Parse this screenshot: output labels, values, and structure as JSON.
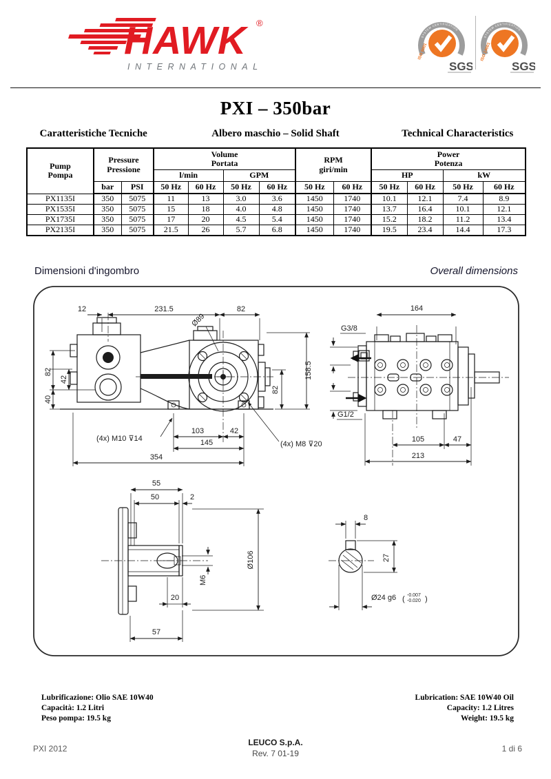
{
  "header": {
    "brand": {
      "name": "HAWK",
      "registered": "®",
      "subtitle": "INTERNATIONAL",
      "accent_color": "#e11b22",
      "subtitle_color": "#70757a"
    },
    "badges": [
      {
        "org": "SGS",
        "arc_text": "SYSTEM CERTIFICATION",
        "side_text": "ISO 9001",
        "circle_color": "#ee7623"
      },
      {
        "org": "SGS",
        "arc_text": "SYSTEM CERTIFICATION",
        "side_text": "ISO 14001",
        "circle_color": "#ee7623"
      }
    ]
  },
  "title": "PXI – 350bar",
  "subheaders": {
    "left": "Caratteristiche Tecniche",
    "center": "Albero maschio – Solid Shaft",
    "right": "Technical Characteristics"
  },
  "spec_table": {
    "pump_header": {
      "l1": "Pump",
      "l2": "Pompa"
    },
    "pressure_header": {
      "l1": "Pressure",
      "l2": "Pressione"
    },
    "volume_header": {
      "l1": "Volume",
      "l2": "Portata"
    },
    "rpm_header": {
      "l1": "RPM",
      "l2": "giri/min"
    },
    "power_header": {
      "l1": "Power",
      "l2": "Potenza"
    },
    "units": {
      "bar": "bar",
      "psi": "PSI",
      "lmin": "l/min",
      "gpm": "GPM",
      "hp": "HP",
      "kw": "kW",
      "hz50": "50 Hz",
      "hz60": "60 Hz"
    },
    "rows": [
      {
        "pump": "PX1135I",
        "cells": [
          "350",
          "5075",
          "11",
          "13",
          "3.0",
          "3.6",
          "1450",
          "1740",
          "10.1",
          "12.1",
          "7.4",
          "8.9"
        ]
      },
      {
        "pump": "PX1535I",
        "cells": [
          "350",
          "5075",
          "15",
          "18",
          "4.0",
          "4.8",
          "1450",
          "1740",
          "13.7",
          "16.4",
          "10.1",
          "12.1"
        ]
      },
      {
        "pump": "PX1735I",
        "cells": [
          "350",
          "5075",
          "17",
          "20",
          "4.5",
          "5.4",
          "1450",
          "1740",
          "15.2",
          "18.2",
          "11.2",
          "13.4"
        ]
      },
      {
        "pump": "PX2135I",
        "cells": [
          "350",
          "5075",
          "21.5",
          "26",
          "5.7",
          "6.8",
          "1450",
          "1740",
          "19.5",
          "23.4",
          "14.4",
          "17.3"
        ]
      }
    ]
  },
  "drawing_section": {
    "heading_left": "Dimensioni d'ingombro",
    "heading_right": "Overall dimensions"
  },
  "drawings": {
    "left_view": {
      "dims_top": [
        "12",
        "231.5",
        "82"
      ],
      "dims_left": [
        "82",
        "42",
        "40"
      ],
      "dims_right": [
        "158.5",
        "82"
      ],
      "dia_label": "Ø89",
      "dims_bottom": [
        "103",
        "42",
        "145",
        "354"
      ],
      "note_left": "(4x) M10 ⊽14",
      "note_right": "(4x) M8 ⊽20"
    },
    "top_view": {
      "dim_top": "164",
      "port_top": "G3/8",
      "port_bottom": "G1/2",
      "dims_bottom": [
        "105",
        "47",
        "213"
      ]
    },
    "flange_view": {
      "dims_top": [
        "55",
        "50",
        "2"
      ],
      "thread_label": "M6",
      "dia_label": "Ø106",
      "dims_bottom": [
        "20",
        "57"
      ]
    },
    "shaft_view": {
      "dim_key": "8",
      "dim_height": "27",
      "shaft_label": "Ø24 g6",
      "paren_open": "(",
      "paren_close": ")",
      "tol_upper": "-0.007",
      "tol_lower": "-0.020"
    }
  },
  "info": {
    "left": [
      "Lubrificazione: Olio SAE 10W40",
      "Capacità: 1.2 Litri",
      "Peso pompa: 19.5 kg"
    ],
    "right": [
      "Lubrication: SAE 10W40 Oil",
      "Capacity: 1.2 Litres",
      "Weight: 19.5 kg"
    ]
  },
  "footer": {
    "left": "PXI 2012",
    "company": "LEUCO S.p.A.",
    "revision": "Rev. 7    01-19",
    "page": "1 di 6"
  }
}
